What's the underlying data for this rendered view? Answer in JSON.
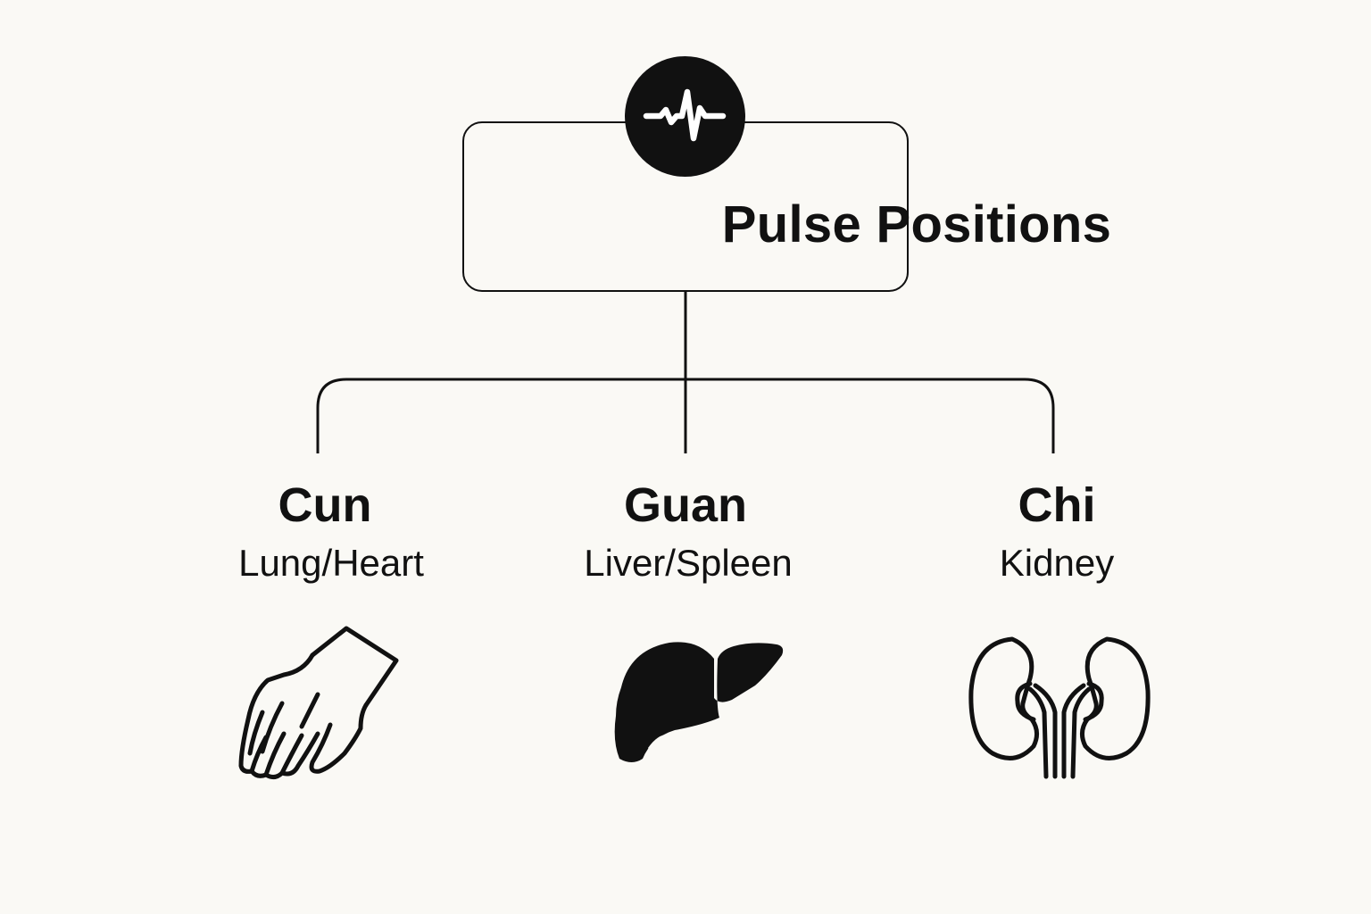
{
  "diagram": {
    "root": {
      "title": "Pulse Positions",
      "icon": "pulse-waveform-icon"
    },
    "branches": [
      {
        "name": "Cun",
        "organs": "Lung/Heart",
        "icon": "hand-icon"
      },
      {
        "name": "Guan",
        "organs": "Liver/Spleen",
        "icon": "liver-icon"
      },
      {
        "name": "Chi",
        "organs": "Kidney",
        "icon": "kidneys-icon"
      }
    ],
    "colors": {
      "background": "#faf9f5",
      "ink": "#111111"
    }
  }
}
